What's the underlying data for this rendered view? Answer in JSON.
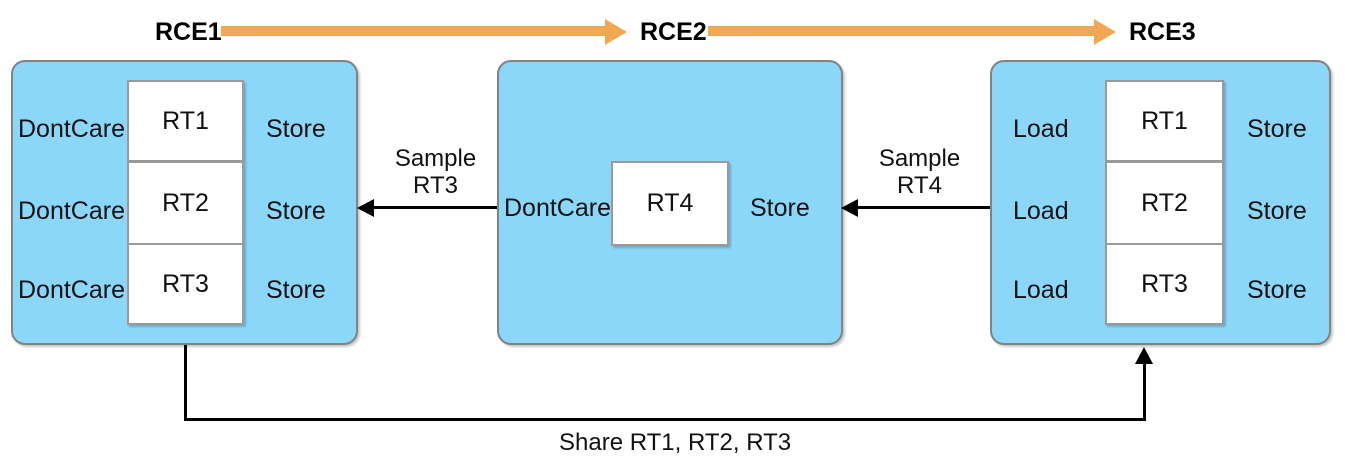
{
  "diagram": {
    "title_row": {
      "stage1_label": "RCE1",
      "stage2_label": "RCE2",
      "stage3_label": "RCE3",
      "arrow_color": "#F0A952"
    },
    "panel_color": "#8AD7FA",
    "panel_border_color": "#828282",
    "box_border_color": "#9A9A9A",
    "panels": [
      {
        "name": "RCE1",
        "rows": [
          {
            "left": "DontCare",
            "register": "RT1",
            "right": "Store"
          },
          {
            "left": "DontCare",
            "register": "RT2",
            "right": "Store"
          },
          {
            "left": "DontCare",
            "register": "RT3",
            "right": "Store"
          }
        ]
      },
      {
        "name": "RCE2",
        "rows": [
          {
            "left": "DontCare",
            "register": "RT4",
            "right": "Store"
          }
        ]
      },
      {
        "name": "RCE3",
        "rows": [
          {
            "left": "Load",
            "register": "RT1",
            "right": "Store"
          },
          {
            "left": "Load",
            "register": "RT2",
            "right": "Store"
          },
          {
            "left": "Load",
            "register": "RT3",
            "right": "Store"
          }
        ]
      }
    ],
    "edges": [
      {
        "line1": "Sample",
        "line2": "RT3"
      },
      {
        "line1": "Sample",
        "line2": "RT4"
      }
    ],
    "bottom_edge_label": "Share RT1, RT2, RT3"
  }
}
